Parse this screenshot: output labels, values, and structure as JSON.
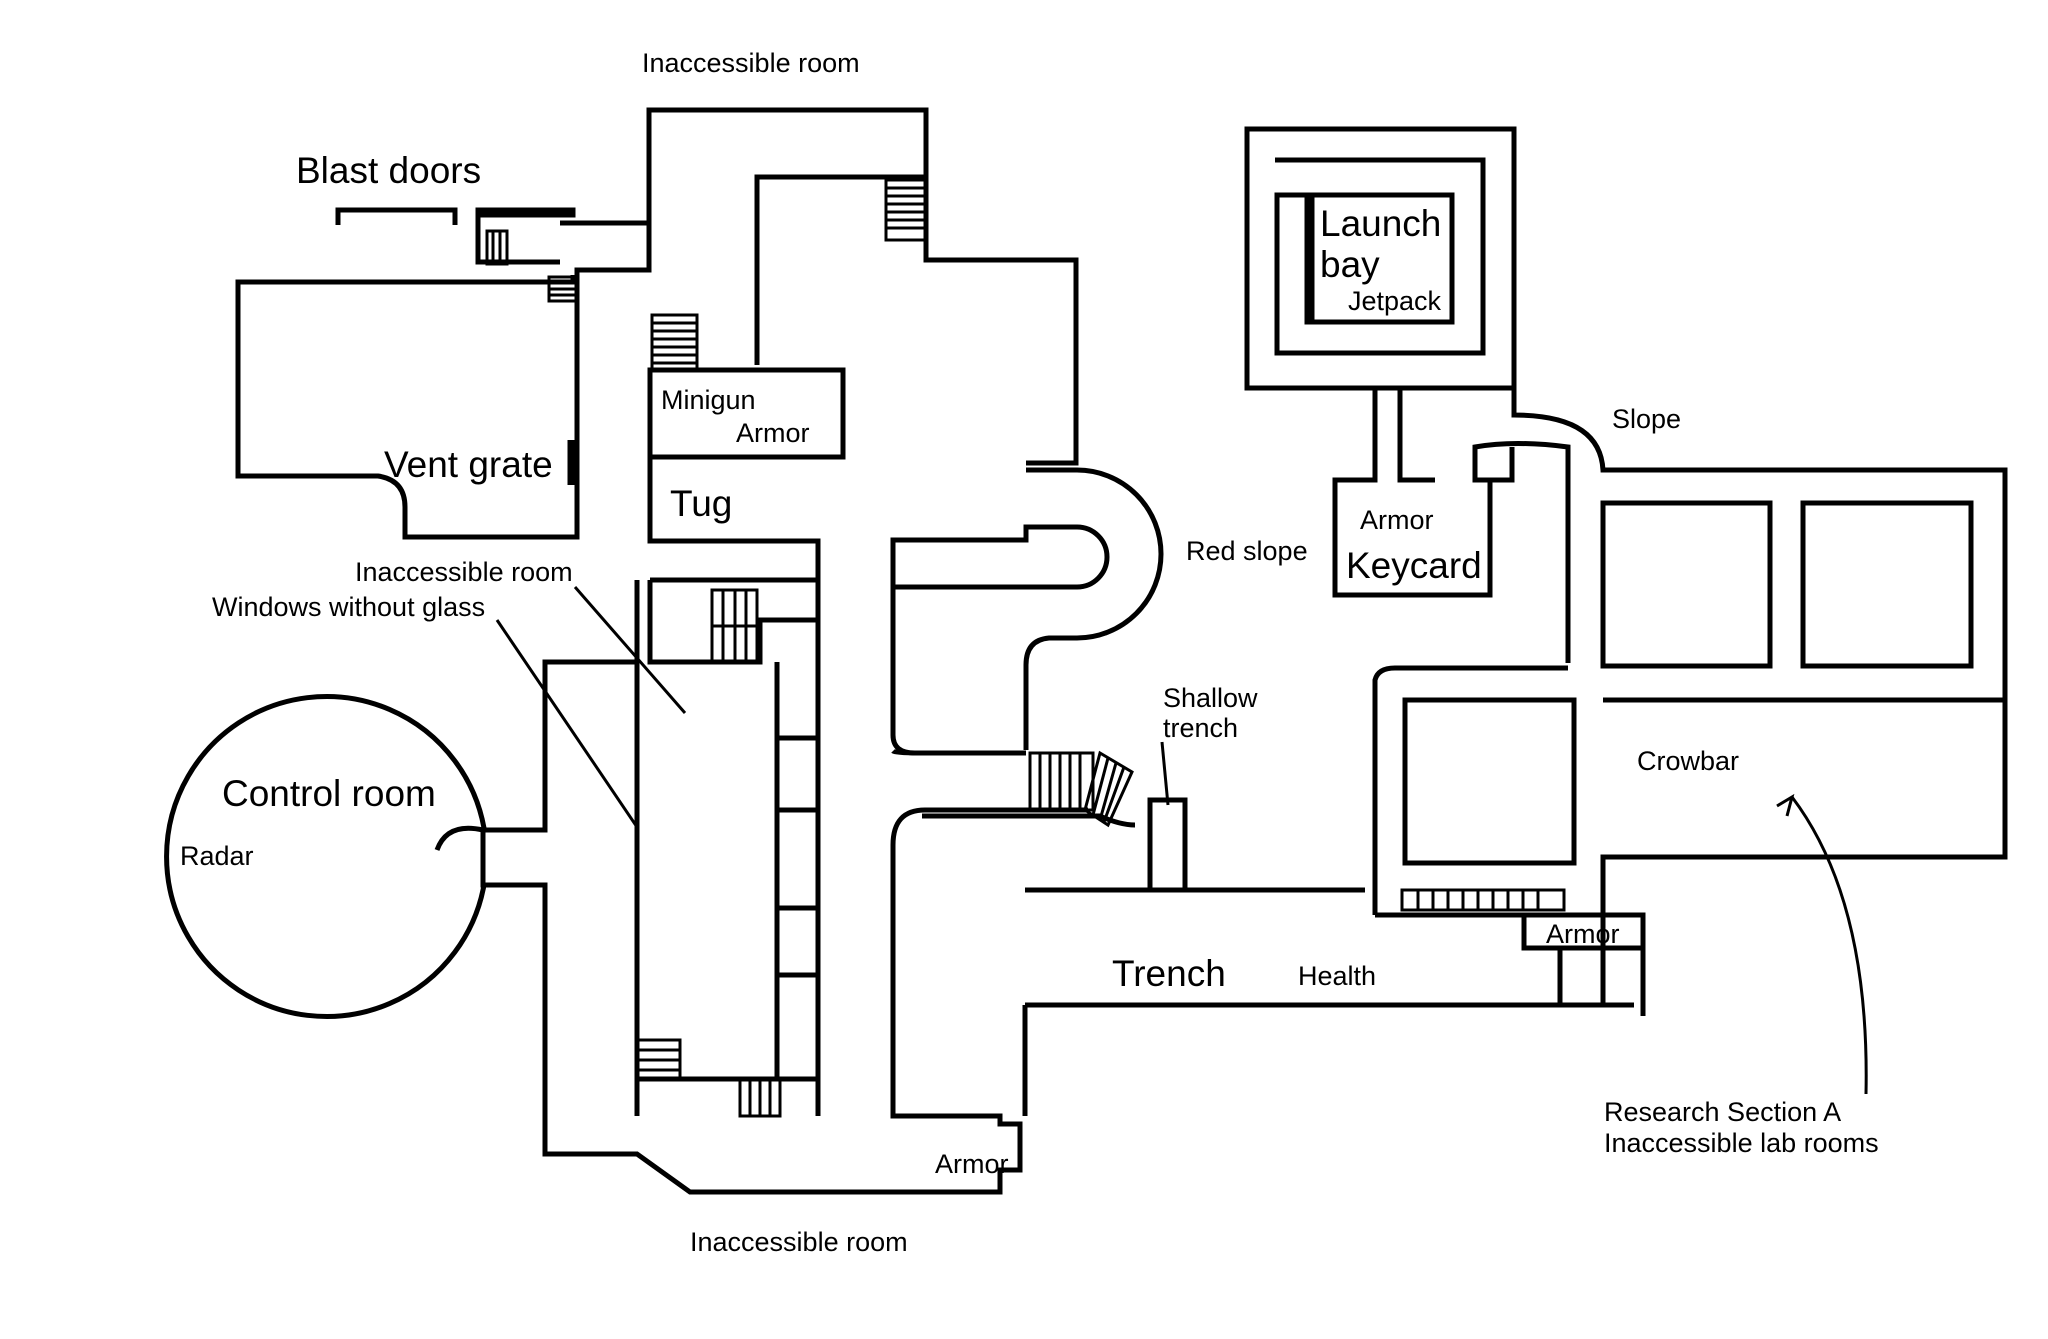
{
  "labels": {
    "inaccessible_top": "Inaccessible room",
    "blast_doors": "Blast doors",
    "vent_grate": "Vent grate",
    "minigun": "Minigun",
    "armor_minigun": "Armor",
    "tug": "Tug",
    "inaccessible_mid": "Inaccessible room",
    "windows_without_glass": "Windows without glass",
    "control_room": "Control room",
    "radar": "Radar",
    "red_slope": "Red slope",
    "shallow_trench_1": "Shallow",
    "shallow_trench_2": "trench",
    "trench": "Trench",
    "health": "Health",
    "armor_bottom": "Armor",
    "inaccessible_bottom": "Inaccessible room",
    "launch_bay_1": "Launch",
    "launch_bay_2": "bay",
    "jetpack": "Jetpack",
    "slope": "Slope",
    "armor_keycard": "Armor",
    "keycard": "Keycard",
    "crowbar": "Crowbar",
    "armor_trench": "Armor",
    "research_section": "Research Section A",
    "inaccessible_lab_rooms": "Inaccessible lab rooms"
  },
  "colors": {
    "ink": "#000000",
    "paper": "#ffffff"
  }
}
